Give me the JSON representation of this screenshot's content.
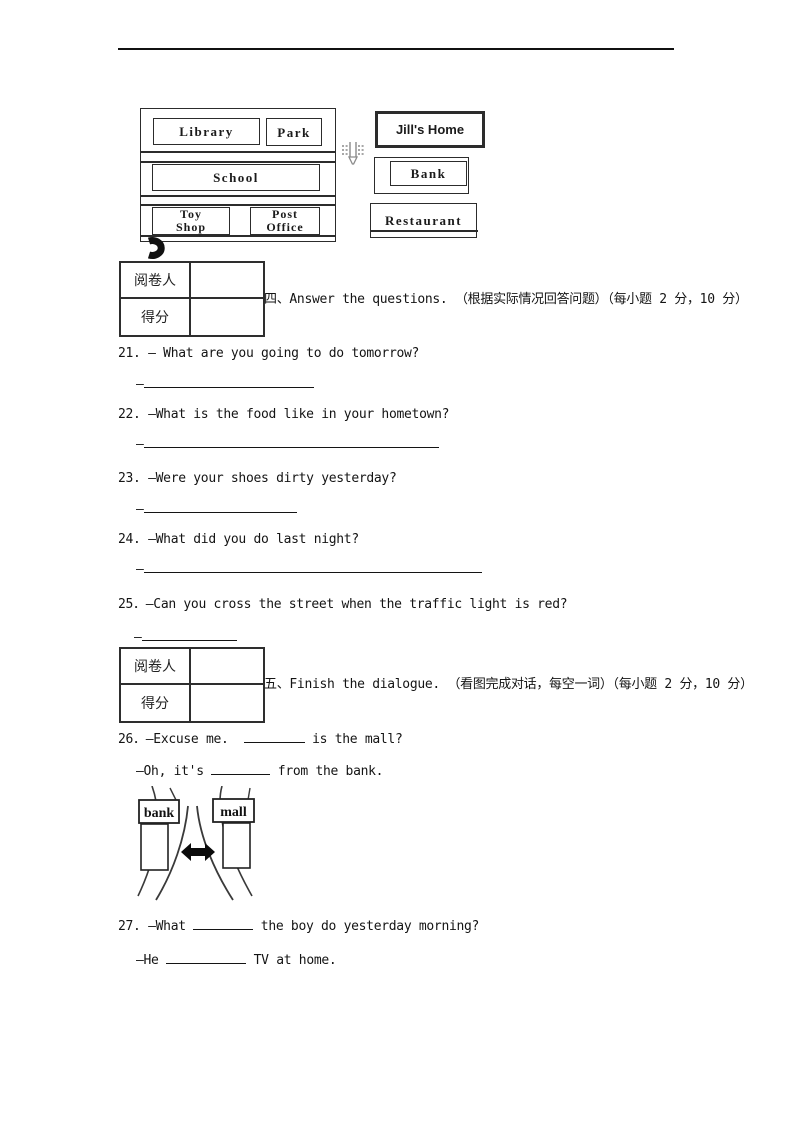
{
  "figure_map": {
    "library": "Library",
    "park": "Park",
    "jills_home": "Jill's Home",
    "school": "School",
    "toy_shop": [
      "Toy",
      "Shop"
    ],
    "post_office": [
      "Post",
      "Office"
    ],
    "bank": "Bank",
    "restaurant": "Restaurant",
    "icons": [
      "traffic-light-icon",
      "turn-arrow-icon"
    ]
  },
  "grading_table": {
    "reviewer_label": "阅卷人",
    "score_label": "得分"
  },
  "section_four": {
    "title": "四、Answer the questions. （根据实际情况回答问题）（每小题 2 分，10 分）",
    "questions": [
      {
        "number": "21. ",
        "text": "— What are you going to do tomorrow?",
        "answer_prefix": "—"
      },
      {
        "number": "22. ",
        "text": "—What is the food like in your hometown?",
        "answer_prefix": "—"
      },
      {
        "number": "23. ",
        "text": "—Were your shoes dirty yesterday?",
        "answer_prefix": "—"
      },
      {
        "number": "24. ",
        "text": "—What did you do last night?",
        "answer_prefix": "—"
      },
      {
        "number": "25．",
        "text": "—Can you cross the street when the traffic light is red?",
        "answer_prefix": "—"
      }
    ]
  },
  "section_five": {
    "title": "五、Finish the dialogue. （看图完成对话，每空一词）（每小题 2 分，10 分）",
    "q26": {
      "number": "26．",
      "line1_prefix": "—Excuse me.  ",
      "line1_suffix": " is the mall?",
      "line2_prefix": "—Oh, it's ",
      "line2_suffix": " from the bank."
    },
    "figure": {
      "left_sign": "bank",
      "right_sign": "mall"
    },
    "q27": {
      "number": "27. ",
      "line1_prefix": "—What ",
      "line1_suffix": " the boy do yesterday morning?",
      "line2_prefix": "—He ",
      "line2_suffix": " TV at home."
    }
  }
}
